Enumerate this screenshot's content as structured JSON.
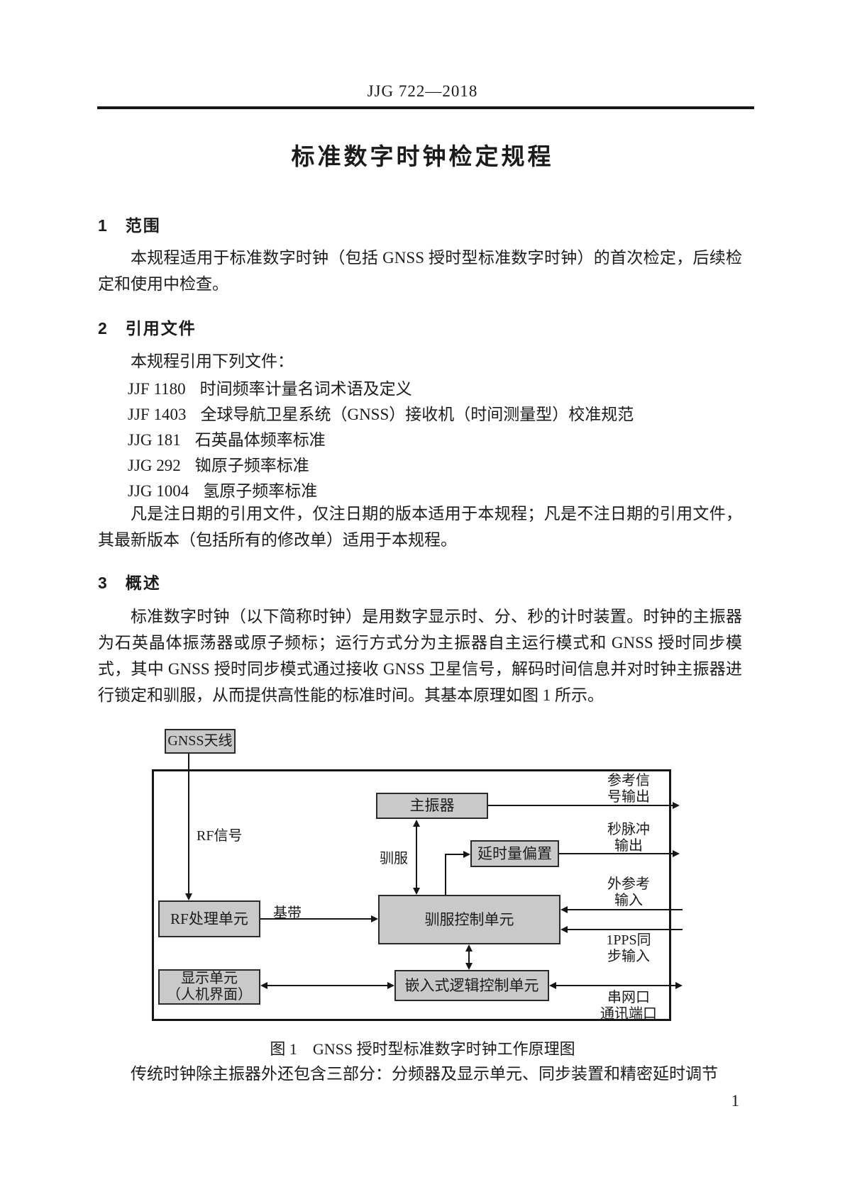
{
  "page": {
    "code": "JJG 722—2018",
    "page_number": "1"
  },
  "title": "标准数字时钟检定规程",
  "sections": {
    "scope": {
      "number": "1",
      "heading": "范围",
      "body": "本规程适用于标准数字时钟（包括 GNSS 授时型标准数字时钟）的首次检定，后续检定和使用中检查。"
    },
    "references": {
      "number": "2",
      "heading": "引用文件",
      "intro": "本规程引用下列文件：",
      "items": [
        {
          "code": "JJF 1180",
          "name": "时间频率计量名词术语及定义"
        },
        {
          "code": "JJF 1403",
          "name": "全球导航卫星系统（GNSS）接收机（时间测量型）校准规范"
        },
        {
          "code": "JJG 181",
          "name": "石英晶体频率标准"
        },
        {
          "code": "JJG 292",
          "name": "铷原子频率标准"
        },
        {
          "code": "JJG 1004",
          "name": "氢原子频率标准"
        }
      ],
      "note": "凡是注日期的引用文件，仅注日期的版本适用于本规程；凡是不注日期的引用文件，其最新版本（包括所有的修改单）适用于本规程。"
    },
    "overview": {
      "number": "3",
      "heading": "概述",
      "body": "标准数字时钟（以下简称时钟）是用数字显示时、分、秒的计时装置。时钟的主振器为石英晶体振荡器或原子频标；运行方式分为主振器自主运行模式和 GNSS 授时同步模式，其中 GNSS 授时同步模式通过接收 GNSS 卫星信号，解码时间信息并对时钟主振器进行锁定和驯服，从而提供高性能的标准时间。其基本原理如图 1 所示。"
    }
  },
  "figure": {
    "caption": "图 1　GNSS 授时型标准数字时钟工作原理图",
    "blocks": {
      "antenna": "GNSS天线",
      "oscillator": "主振器",
      "delay_offset": "延时量偏置",
      "taming_control": "驯服控制单元",
      "rf_unit": "RF处理单元",
      "display_unit_line1": "显示单元",
      "display_unit_line2": "（人机界面）",
      "logic_unit": "嵌入式逻辑控制单元"
    },
    "line_labels": {
      "rf_signal": "RF信号",
      "taming": "驯服",
      "baseband": "基带"
    },
    "io_labels": {
      "ref_out": [
        "参考信",
        "号输出"
      ],
      "pps_out": [
        "秒脉冲",
        "输出"
      ],
      "ext_ref_in": [
        "外参考",
        "输入"
      ],
      "pps_sync_in": [
        "1PPS同",
        "步输入"
      ],
      "serial_port": [
        "串网口",
        "通讯端口"
      ]
    }
  },
  "closing_paragraph": "传统时钟除主振器外还包含三部分：分频器及显示单元、同步装置和精密延时调节"
}
